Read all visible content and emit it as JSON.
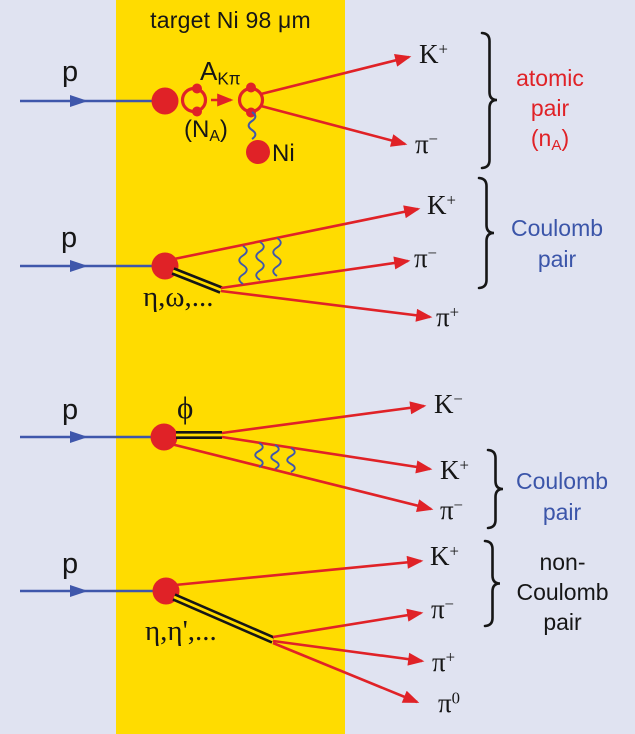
{
  "title": "target Ni 98 μm",
  "colors": {
    "background": "#e0e3f1",
    "target_band": "#ffdc00",
    "red": "#e02227",
    "blue": "#3f57ab",
    "black": "#161616"
  },
  "rows": [
    {
      "beam": "p",
      "atom_label": {
        "base": "A",
        "sub": "Kπ"
      },
      "na_label": {
        "pre": "(N",
        "sub": "A",
        "post": ")"
      },
      "nucleus": "Ni",
      "products": [
        {
          "base": "K",
          "sup": "+"
        },
        {
          "base": "π",
          "sup": "−"
        }
      ],
      "brace_label": {
        "line1": "atomic",
        "line2": "pair",
        "line3_pre": "(n",
        "line3_sub": "A",
        "line3_post": ")"
      }
    },
    {
      "beam": "p",
      "decay_label": "η,ω,...",
      "products": [
        {
          "base": "K",
          "sup": "+"
        },
        {
          "base": "π",
          "sup": "−"
        },
        {
          "base": "π",
          "sup": "+"
        }
      ],
      "brace_label": {
        "line1": "Coulomb",
        "line2": "pair"
      }
    },
    {
      "beam": "p",
      "decay_label": "ϕ",
      "products": [
        {
          "base": "K",
          "sup": "−"
        },
        {
          "base": "K",
          "sup": "+"
        },
        {
          "base": "π",
          "sup": "−"
        }
      ],
      "brace_label": {
        "line1": "Coulomb",
        "line2": "pair"
      }
    },
    {
      "beam": "p",
      "decay_label": "η,η',...",
      "products": [
        {
          "base": "K",
          "sup": "+"
        },
        {
          "base": "π",
          "sup": "−"
        },
        {
          "base": "π",
          "sup": "+"
        },
        {
          "base": "π",
          "sup": "0"
        }
      ],
      "brace_label": {
        "line1": "non-",
        "line2": "Coulomb",
        "line3": "pair"
      }
    }
  ]
}
